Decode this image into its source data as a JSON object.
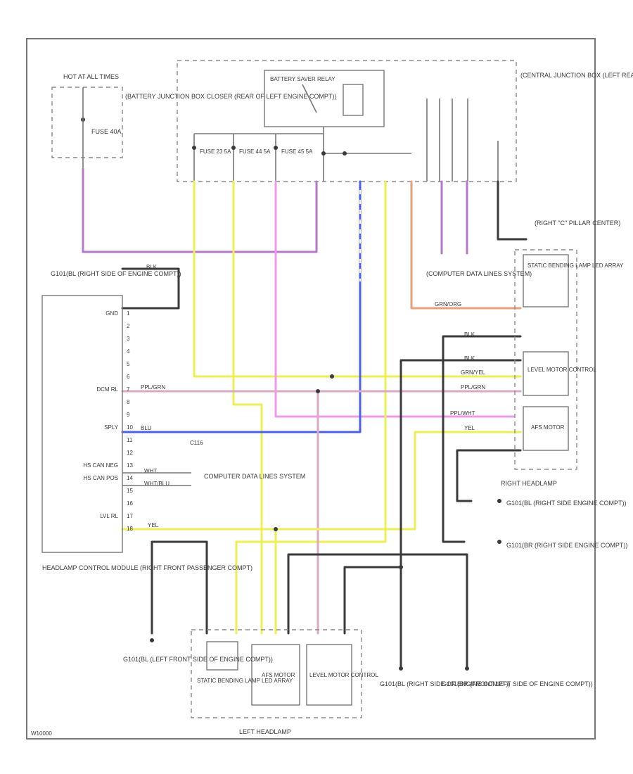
{
  "page": {
    "footer_code": "W10000"
  },
  "hot_at_all_times": "HOT AT ALL TIMES",
  "battery_jbox": "(BATTERY JUNCTION BOX CLOSER (REAR OF LEFT ENGINE COMPT))",
  "fuse_40a": "FUSE 40A",
  "battery_saver_relay": "BATTERY SAVER RELAY",
  "central_jbox": "(CENTRAL JUNCTION BOX (LEFT REAR SEAT BACKREST))",
  "fuses": [
    "FUSE 23 5A",
    "FUSE 44 5A",
    "FUSE 45 5A"
  ],
  "right_c_pillar": "(RIGHT \"C\" PILLAR CENTER)",
  "computer_data_lines_1": "(COMPUTER DATA LINES SYSTEM)",
  "computer_data_lines_2": "COMPUTER DATA LINES SYSTEM",
  "g101_label": "G101(BL (RIGHT SIDE OF ENGINE COMPT))",
  "module": {
    "title": "HEADLAMP CONTROL MODULE (RIGHT FRONT PASSENGER COMPT)",
    "pins": [
      {
        "name": "GND",
        "num": "1"
      },
      {
        "name": "",
        "num": "2"
      },
      {
        "name": "",
        "num": "3"
      },
      {
        "name": "",
        "num": "4"
      },
      {
        "name": "",
        "num": "5"
      },
      {
        "name": "",
        "num": "6"
      },
      {
        "name": "DCM RL",
        "num": "7"
      },
      {
        "name": "",
        "num": "8"
      },
      {
        "name": "",
        "num": "9"
      },
      {
        "name": "SPLY",
        "num": "10"
      },
      {
        "name": "",
        "num": "11"
      },
      {
        "name": "",
        "num": "12"
      },
      {
        "name": "HS CAN NEG",
        "num": "13"
      },
      {
        "name": "HS CAN POS",
        "num": "14"
      },
      {
        "name": "",
        "num": "15"
      },
      {
        "name": "",
        "num": "16"
      },
      {
        "name": "LVL RL",
        "num": "17"
      },
      {
        "name": "",
        "num": "18"
      }
    ]
  },
  "right_headlamp": "RIGHT HEADLAMP",
  "left_headlamp": "LEFT HEADLAMP",
  "static_bending": "STATIC BENDING LAMP LED ARRAY",
  "level_motor_control": "LEVEL MOTOR CONTROL",
  "afs_motor": "AFS MOTOR",
  "ground_labels": {
    "g101_right_1": "G101(BL (RIGHT SIDE ENGINE COMPT))",
    "g101_right_2": "G101(BR (RIGHT SIDE ENGINE COMPT))",
    "g101_left_front": "G101(BL (LEFT FRONT SIDE OF ENGINE COMPT))",
    "g101_bottom_right": "G101(BL (RIGHT SIDE OF ENGINE COMPT))",
    "g101_front_left": "G101(BR (FRONT LEFT SIDE OF ENGINE COMPT))"
  },
  "wire_labels": {
    "wht": "WHT",
    "wht_blu": "WHT/BLU",
    "yel": "YEL",
    "ppl_grn": "PPL/GRN",
    "blu": "BLU",
    "blk": "BLK",
    "grn_yel": "GRN/YEL",
    "ppl_wht": "PPL/WHT",
    "grn_ora": "GRN/ORG",
    "c116": "C116"
  }
}
